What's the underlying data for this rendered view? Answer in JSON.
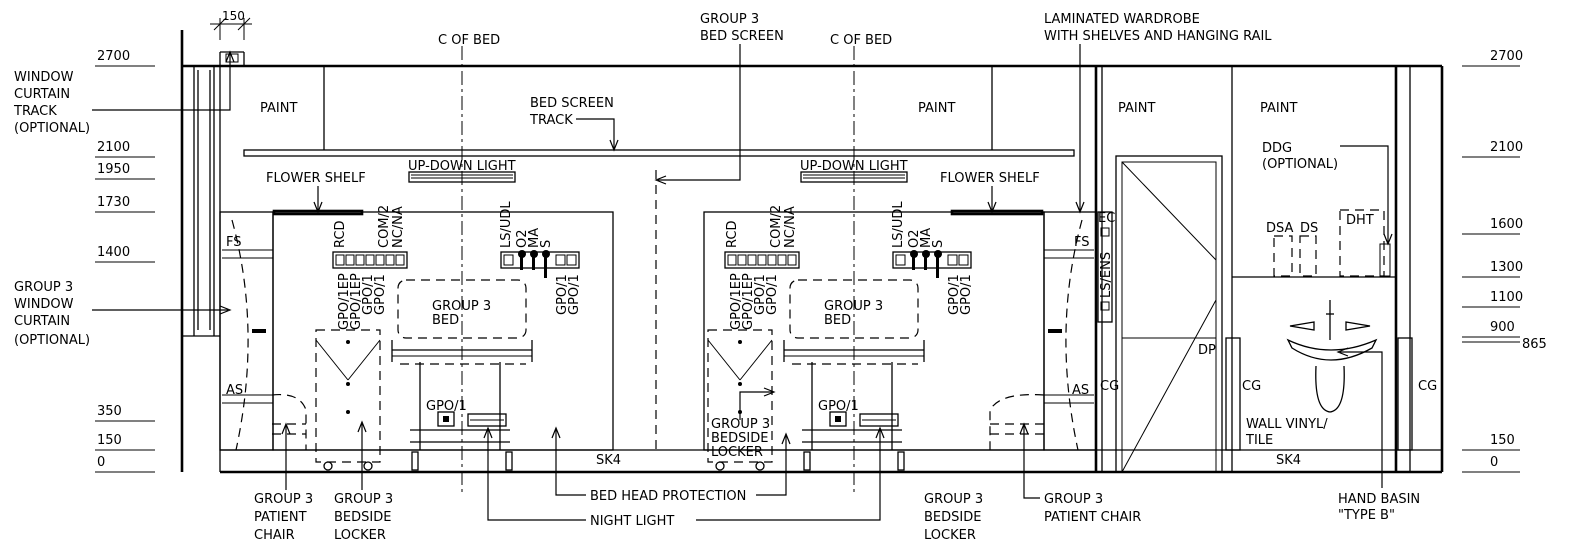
{
  "levels": [
    "2700",
    "2100",
    "1950",
    "1730",
    "1400",
    "350",
    "150",
    "0"
  ],
  "levels_right": [
    "2700",
    "2100",
    "1600",
    "1300",
    "1100",
    "900",
    "865",
    "150",
    "0"
  ],
  "dim_150": "150",
  "labels": {
    "window_curtain_track": [
      "WINDOW",
      "CURTAIN",
      "TRACK",
      "(OPTIONAL)"
    ],
    "group3_window_curtain": [
      "GROUP 3",
      "WINDOW",
      "CURTAIN",
      "(OPTIONAL)"
    ],
    "cl_bed": "C OF BED",
    "group3_bed_screen": [
      "GROUP 3",
      "BED SCREEN"
    ],
    "laminated_wardrobe": [
      "LAMINATED WARDROBE",
      "WITH SHELVES AND HANGING RAIL"
    ],
    "paint": "PAINT",
    "bed_screen_track": [
      "BED SCREEN",
      "TRACK"
    ],
    "flower_shelf": "FLOWER SHELF",
    "up_down_light": "UP-DOWN LIGHT",
    "group3_bed": [
      "GROUP 3",
      "BED"
    ],
    "rcd": "RCD",
    "com2": "COM/2",
    "nc_na": "NC/NA",
    "ls_udl": "LS/UDL",
    "o2": "O2",
    "ma": "MA",
    "s": "S",
    "gpo_1ep": "GPO/1EP",
    "gpo_1": "GPO/1",
    "fs": "FS",
    "as": "AS",
    "ec": "EC",
    "ls_ens": "LS/ENS",
    "cg": "CG",
    "dp": "DP",
    "ddg": [
      "DDG",
      "(OPTIONAL)"
    ],
    "dsa": "DSA",
    "ds": "DS",
    "dht": "DHT",
    "sk4": "SK4",
    "wall_vinyl": [
      "WALL VINYL/",
      "TILE"
    ],
    "group3_patient_chair_3": [
      "GROUP 3",
      "PATIENT",
      "CHAIR"
    ],
    "group3_bedside_locker_3": [
      "GROUP 3",
      "BEDSIDE",
      "LOCKER"
    ],
    "bed_head_protection": "BED HEAD PROTECTION",
    "night_light": "NIGHT LIGHT",
    "group3_patient_chair_2": [
      "GROUP 3",
      "PATIENT CHAIR"
    ],
    "hand_basin": [
      "HAND BASIN",
      "\"TYPE B\""
    ],
    "group3_bedside_locker_inline": [
      "GROUP 3",
      "BEDSIDE",
      "LOCKER"
    ]
  }
}
